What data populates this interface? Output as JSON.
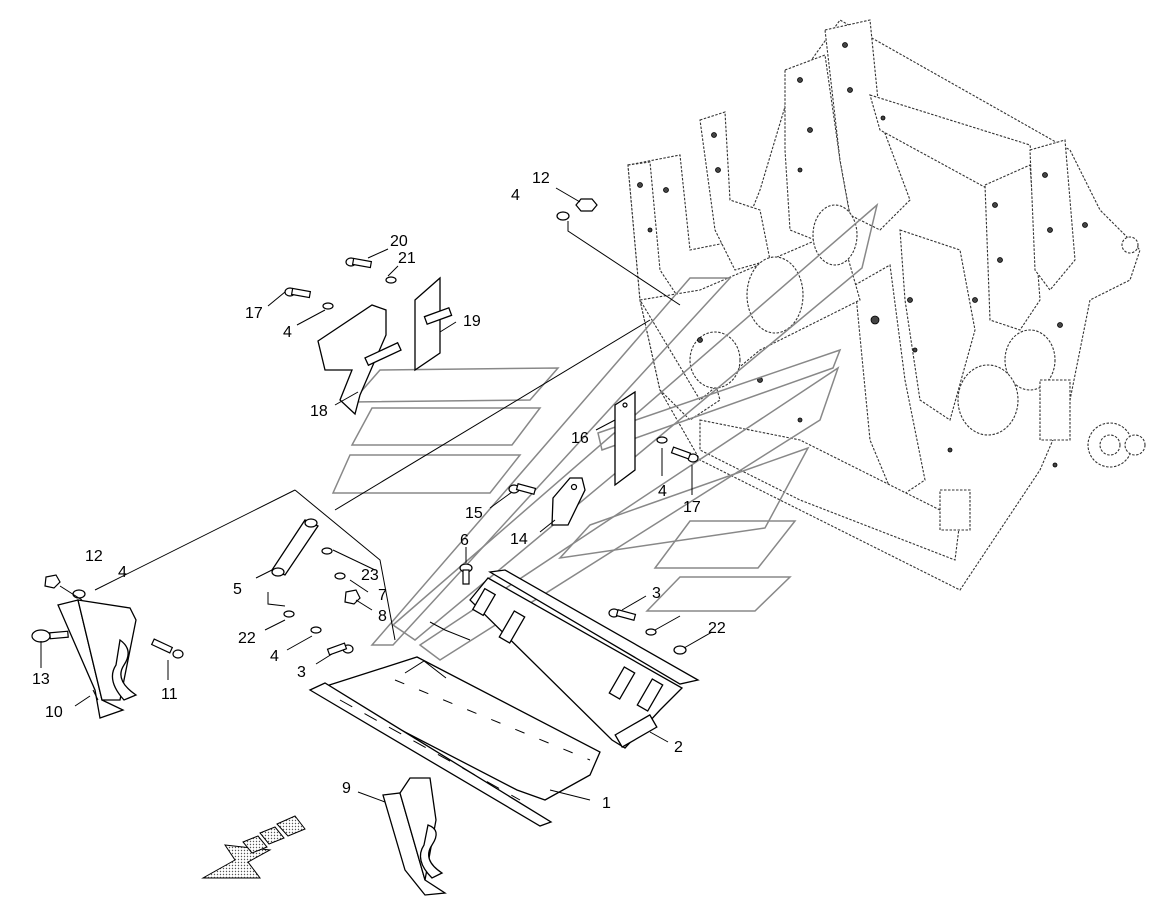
{
  "diagram": {
    "callouts": [
      "1",
      "2",
      "3",
      "3",
      "4",
      "4",
      "4",
      "4",
      "4",
      "5",
      "6",
      "7",
      "8",
      "9",
      "10",
      "11",
      "12",
      "12",
      "13",
      "14",
      "15",
      "16",
      "17",
      "17",
      "18",
      "19",
      "20",
      "21",
      "22",
      "22",
      "23"
    ]
  }
}
